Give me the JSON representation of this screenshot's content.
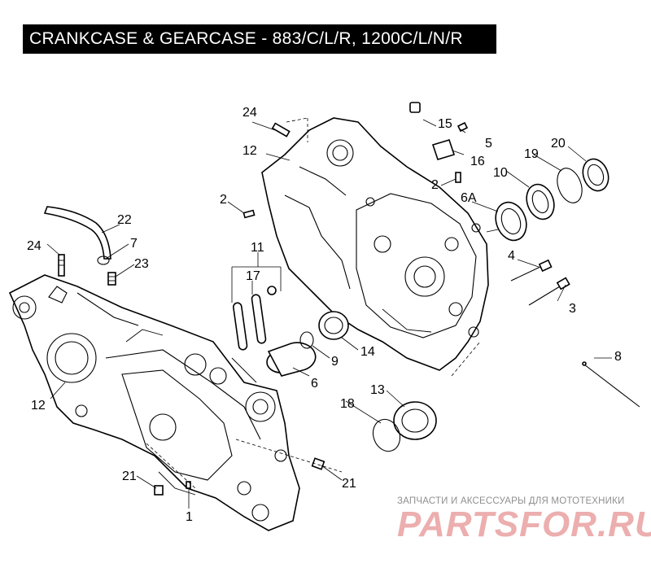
{
  "title": "CRANKCASE & GEARCASE - 883/C/L/R, 1200C/L/N/R",
  "callouts": {
    "c1": "1",
    "c2a": "2",
    "c2b": "2",
    "c3": "3",
    "c4": "4",
    "c5": "5",
    "c6": "6",
    "c6a": "6A",
    "c7": "7",
    "c8": "8",
    "c9": "9",
    "c10": "10",
    "c11": "11",
    "c12a": "12",
    "c12b": "12",
    "c13": "13",
    "c14": "14",
    "c15": "15",
    "c16": "16",
    "c17": "17",
    "c18": "18",
    "c19": "19",
    "c20": "20",
    "c21a": "21",
    "c21b": "21",
    "c22": "22",
    "c23": "23",
    "c24a": "24",
    "c24b": "24"
  },
  "watermark": {
    "tagline": "ЗАПЧАСТИ И АКСЕССУАРЫ ДЛЯ МОТОТЕХНИКИ",
    "brand": "PARTSFOR.RU"
  },
  "colors": {
    "title_bg": "#000000",
    "title_fg": "#ffffff",
    "watermark_text": "#8f8f8f",
    "watermark_brand": "#e9a0a0"
  }
}
